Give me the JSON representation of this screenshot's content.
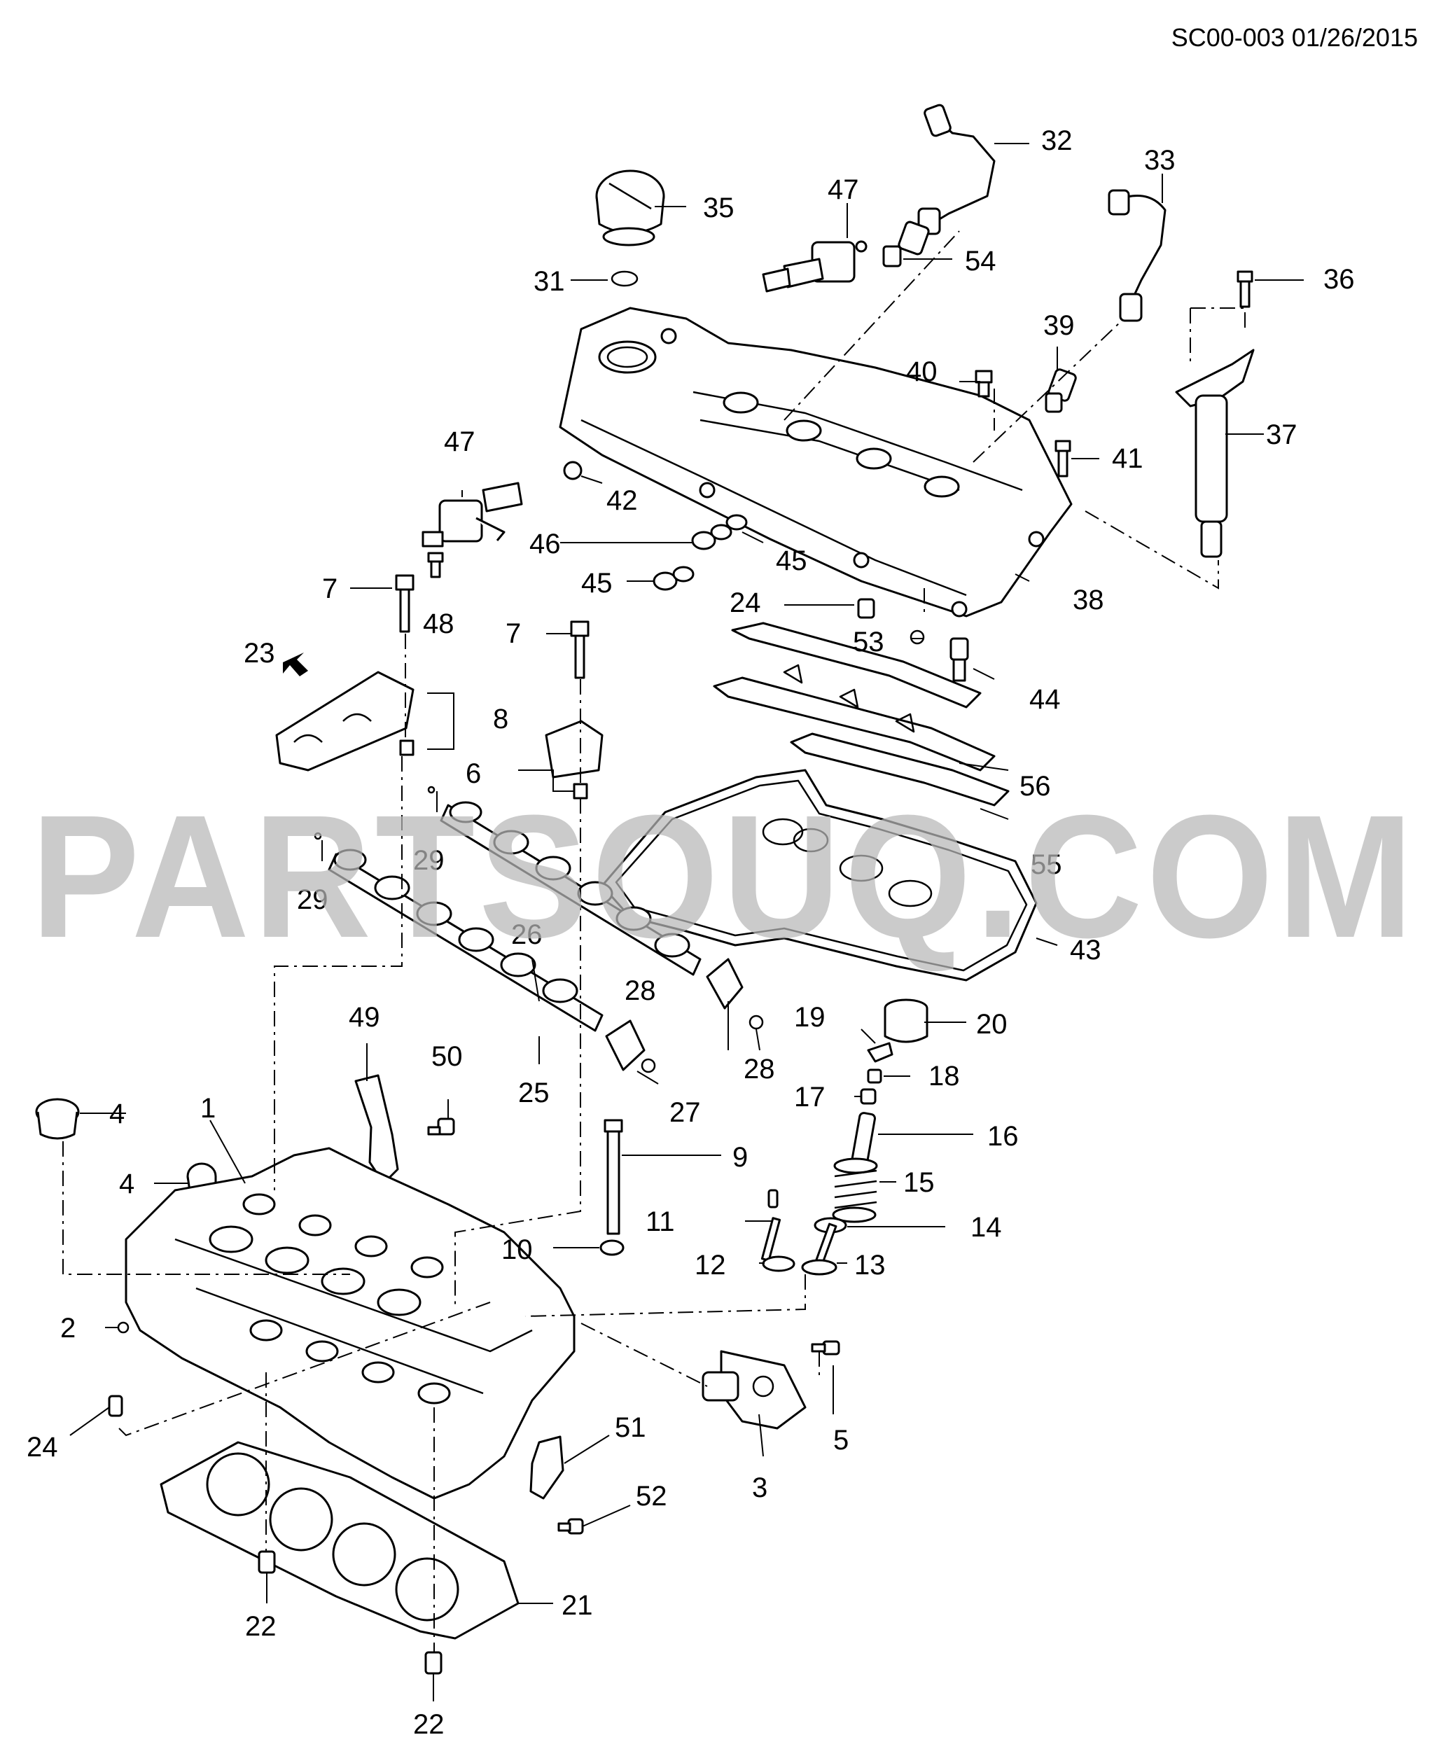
{
  "doc_id": "SC00-003 01/26/2015",
  "watermark": "PARTSOUQ.COM",
  "callouts": {
    "c1": "1",
    "c2": "2",
    "c3": "3",
    "c4a": "4",
    "c4b": "4",
    "c5": "5",
    "c6": "6",
    "c7a": "7",
    "c7b": "7",
    "c8": "8",
    "c9": "9",
    "c10": "10",
    "c11": "11",
    "c12": "12",
    "c13": "13",
    "c14": "14",
    "c15": "15",
    "c16": "16",
    "c17": "17",
    "c18": "18",
    "c19": "19",
    "c20": "20",
    "c21": "21",
    "c22a": "22",
    "c22b": "22",
    "c23": "23",
    "c24a": "24",
    "c24b": "24",
    "c25": "25",
    "c26": "26",
    "c27": "27",
    "c28a": "28",
    "c28b": "28",
    "c29a": "29",
    "c29b": "29",
    "c31": "31",
    "c32": "32",
    "c33": "33",
    "c35": "35",
    "c36": "36",
    "c37": "37",
    "c38": "38",
    "c39": "39",
    "c40": "40",
    "c41": "41",
    "c42": "42",
    "c43": "43",
    "c44": "44",
    "c45a": "45",
    "c45b": "45",
    "c46": "46",
    "c47a": "47",
    "c47b": "47",
    "c48": "48",
    "c49": "49",
    "c50": "50",
    "c51": "51",
    "c52": "52",
    "c53": "53",
    "c54": "54",
    "c55": "55",
    "c56": "56"
  }
}
